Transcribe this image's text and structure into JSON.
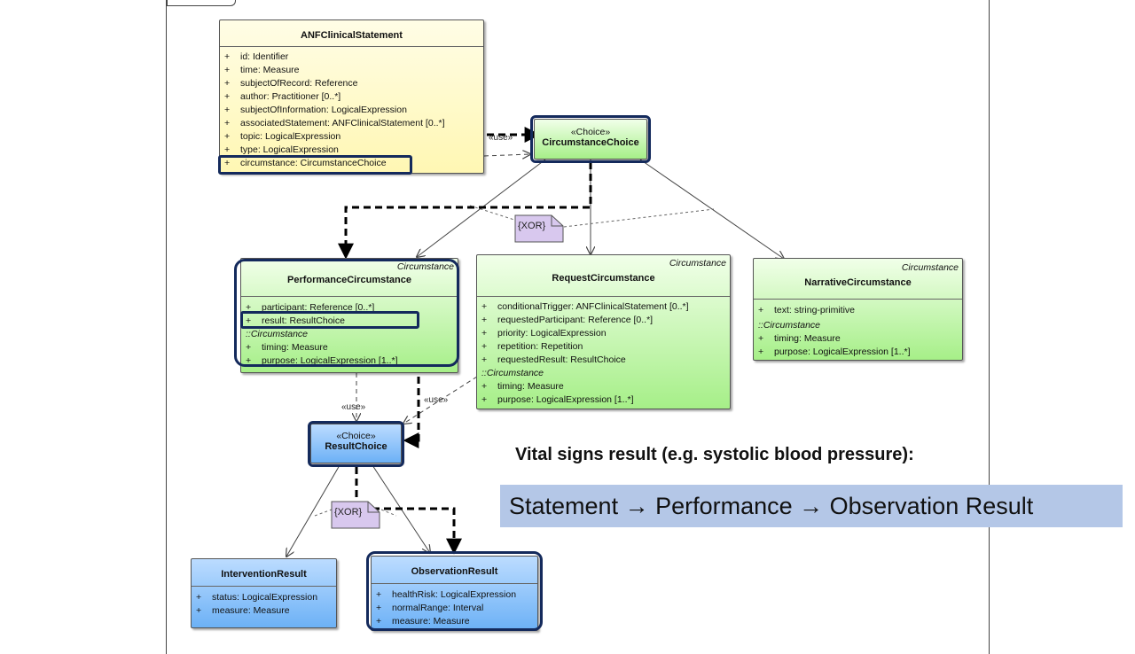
{
  "statement": {
    "name": "ANFClinicalStatement",
    "attrs": [
      "id: Identifier",
      "time: Measure",
      "subjectOfRecord: Reference",
      "author: Practitioner [0..*]",
      "subjectOfInformation: LogicalExpression",
      "associatedStatement: ANFClinicalStatement [0..*]",
      "topic: LogicalExpression",
      "type: LogicalExpression",
      "circumstance: CircumstanceChoice"
    ]
  },
  "circumstance_choice": {
    "stereotype": "«Choice»",
    "name": "CircumstanceChoice"
  },
  "performance": {
    "stereotype": "Circumstance",
    "name": "PerformanceCircumstance",
    "attrs": [
      "participant: Reference [0..*]",
      "result: ResultChoice"
    ],
    "inherited_header": "::Circumstance",
    "inherited": [
      "timing: Measure",
      "purpose: LogicalExpression [1..*]"
    ]
  },
  "request": {
    "stereotype": "Circumstance",
    "name": "RequestCircumstance",
    "attrs": [
      "conditionalTrigger: ANFClinicalStatement [0..*]",
      "requestedParticipant: Reference [0..*]",
      "priority: LogicalExpression",
      "repetition: Repetition",
      "requestedResult: ResultChoice"
    ],
    "inherited_header": "::Circumstance",
    "inherited": [
      "timing: Measure",
      "purpose: LogicalExpression [1..*]"
    ]
  },
  "narrative": {
    "stereotype": "Circumstance",
    "name": "NarrativeCircumstance",
    "attrs": [
      "text: string-primitive"
    ],
    "inherited_header": "::Circumstance",
    "inherited": [
      "timing: Measure",
      "purpose: LogicalExpression [1..*]"
    ]
  },
  "result_choice": {
    "stereotype": "«Choice»",
    "name": "ResultChoice"
  },
  "intervention": {
    "name": "InterventionResult",
    "attrs": [
      "status: LogicalExpression",
      "measure: Measure"
    ]
  },
  "observation": {
    "name": "ObservationResult",
    "attrs": [
      "healthRisk: LogicalExpression",
      "normalRange: Interval",
      "measure: Measure"
    ]
  },
  "attr_prefix": "+",
  "notes": {
    "xor_top": "{XOR}",
    "xor_bottom": "{XOR}"
  },
  "edge_labels": {
    "use_top": "«use»",
    "use_left": "«use»",
    "use_right": "«use»"
  },
  "caption": "Vital signs result (e.g. systolic blood pressure):",
  "path_banner": "Statement → Performance → Observation Result",
  "colors": {
    "highlight": "#142a5c",
    "banner": "#b4c7e7",
    "yellow": "#fff7b3",
    "green": "#a6ef88",
    "blue": "#6cb1f6"
  }
}
